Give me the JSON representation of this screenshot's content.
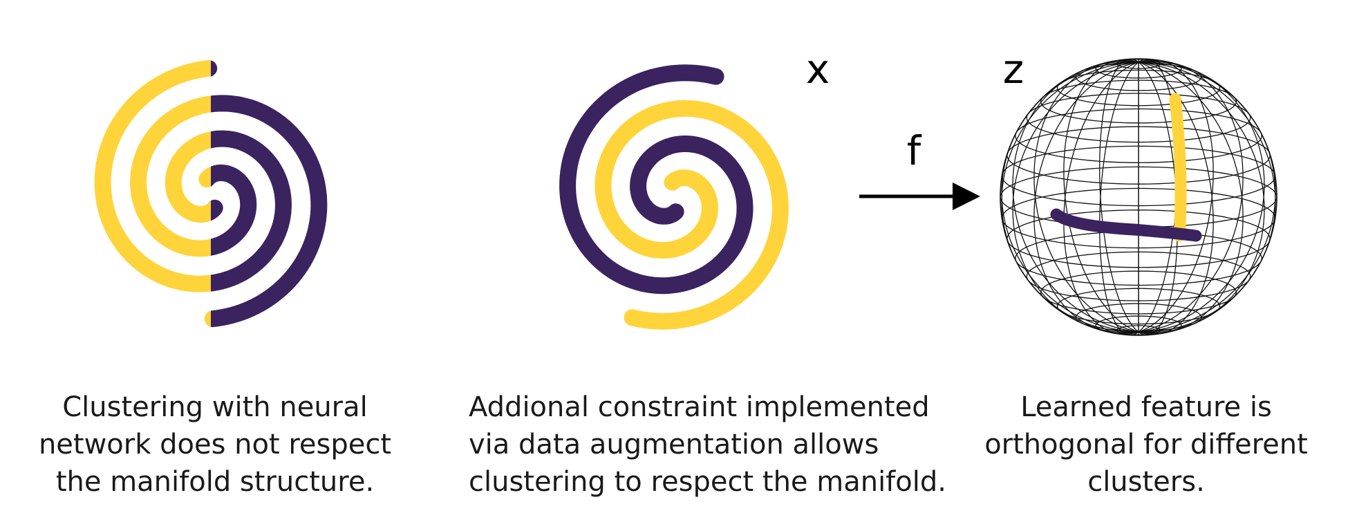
{
  "labels": {
    "input_space": "x",
    "mapping": "f",
    "feature_space": "z"
  },
  "captions": [
    {
      "id": "left",
      "lines": [
        "Clustering with neural",
        "network does not respect",
        "the manifold structure."
      ]
    },
    {
      "id": "middle",
      "lines": [
        "Addional constraint implemented",
        "via data augmentation allows",
        "clustering to respect the manifold."
      ]
    },
    {
      "id": "right",
      "lines": [
        "Learned feature is",
        "orthogonal for different",
        "clusters."
      ]
    }
  ],
  "colors": {
    "cluster_a": "#ffd43b",
    "cluster_b": "#3b2360",
    "wireframe": "#111111",
    "arrow": "#000000",
    "text": "#1a1a1a"
  }
}
